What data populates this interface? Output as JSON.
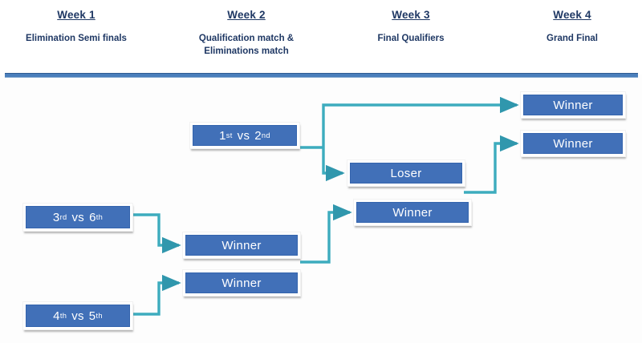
{
  "header": {
    "columns": [
      {
        "title": "Week 1",
        "subtitle": "Elimination Semi finals"
      },
      {
        "title": "Week 2",
        "subtitle": "Qualification match &\nEliminations match"
      },
      {
        "title": "Week 3",
        "subtitle": "Final Qualifiers"
      },
      {
        "title": "Week 4",
        "subtitle": "Grand Final"
      }
    ],
    "rule_color": "#4a7ebb",
    "text_color": "#1f3864"
  },
  "theme": {
    "box_fill": "#4170b8",
    "box_border": "#3464ad",
    "box_text": "#ffffff",
    "connector": "#3dacbe",
    "background": "#fdfdfd"
  },
  "bracket": {
    "week1": [
      {
        "id": "m-3v6",
        "label": "3rd vs 6th",
        "ordinals": [
          {
            "num": "3",
            "suffix": "rd"
          },
          {
            "num": "6",
            "suffix": "th"
          }
        ]
      },
      {
        "id": "m-4v5",
        "label": "4th vs 5th",
        "ordinals": [
          {
            "num": "4",
            "suffix": "th"
          },
          {
            "num": "5",
            "suffix": "th"
          }
        ]
      }
    ],
    "week2": [
      {
        "id": "m-1v2",
        "label": "1st vs 2nd",
        "ordinals": [
          {
            "num": "1",
            "suffix": "st"
          },
          {
            "num": "2",
            "suffix": "nd"
          }
        ]
      },
      {
        "id": "w2-winner-top",
        "label": "Winner"
      },
      {
        "id": "w2-winner-bottom",
        "label": "Winner"
      }
    ],
    "week3": [
      {
        "id": "w3-loser",
        "label": "Loser"
      },
      {
        "id": "w3-winner",
        "label": "Winner"
      }
    ],
    "week4": [
      {
        "id": "w4-winner-top",
        "label": "Winner"
      },
      {
        "id": "w4-winner-bottom",
        "label": "Winner"
      }
    ],
    "vs_separator": "vs"
  }
}
